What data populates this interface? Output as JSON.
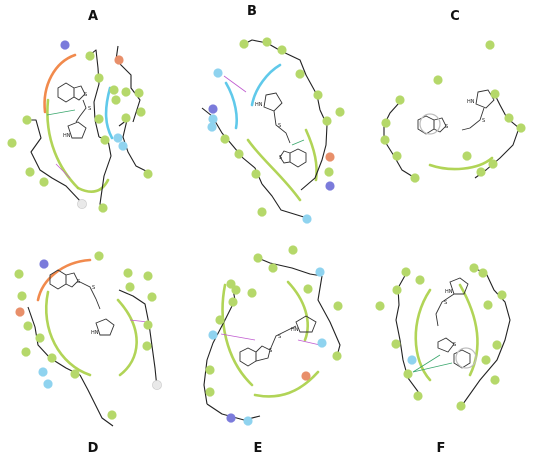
{
  "colors": {
    "hydrophobic": "#b5d86a",
    "polar": "#8fd3ef",
    "positive": "#7b7bdb",
    "negative": "#e88f6a",
    "glycine": "#e9e9e9",
    "backbone": "#222222",
    "exposure_green": "#a9cf45",
    "exposure_blue": "#4fc3e8",
    "exposure_orange": "#f07d3a",
    "hbond": "#c05bd0",
    "pi_stack": "#3aa76d"
  },
  "panels": [
    {
      "letter": "A",
      "residues": [],
      "atoms": {
        "nh": "HN",
        "me": "",
        "o": "",
        "s1": "S",
        "s2": "S"
      }
    },
    {
      "letter": "B",
      "residues": [],
      "atoms": {
        "nh": "HN",
        "me": "",
        "o": "",
        "s1": "S",
        "s2": "S"
      }
    },
    {
      "letter": "C",
      "residues": [],
      "atoms": {
        "nh": "HN",
        "me": "",
        "o": "",
        "s1": "S",
        "s2": "S"
      }
    },
    {
      "letter": "D",
      "residues": [],
      "atoms": {
        "nh": "HN",
        "me": "",
        "o": "",
        "s1": "S",
        "s2": "S"
      }
    },
    {
      "letter": "E",
      "residues": [],
      "atoms": {
        "nh": "HN",
        "me": "",
        "o": "",
        "s1": "S",
        "s2": "S"
      }
    },
    {
      "letter": "F",
      "residues": [],
      "atoms": {
        "nh": "HN",
        "me": "",
        "o": "",
        "s1": "S",
        "s2": "S"
      }
    }
  ]
}
